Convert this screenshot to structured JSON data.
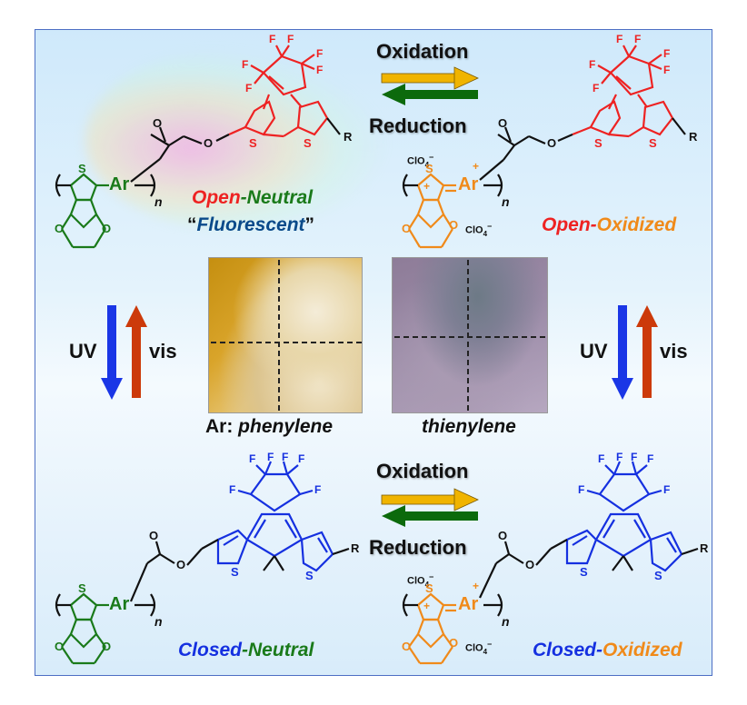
{
  "reactions": {
    "top": {
      "oxidation": "Oxidation",
      "reduction": "Reduction"
    },
    "bottom": {
      "oxidation": "Oxidation",
      "reduction": "Reduction"
    }
  },
  "states": {
    "open_neutral": {
      "part1": "Open",
      "sep": "-",
      "part2": "Neutral"
    },
    "fluorescent": {
      "open_quote": "“",
      "word": "Fluorescent",
      "close_quote": "”"
    },
    "open_oxidized": {
      "part1": "Open",
      "sep": "-",
      "part2": "Oxidized"
    },
    "closed_neutral": {
      "part1": "Closed",
      "sep": "-",
      "part2": "Neutral"
    },
    "closed_oxidized": {
      "part1": "Closed",
      "sep": "-",
      "part2": "Oxidized"
    }
  },
  "photo_labels": {
    "ar_prefix": "Ar: ",
    "phenylene": "phenylene",
    "thienylene": "thienylene"
  },
  "switch_labels": {
    "left_uv": "UV",
    "left_vis": "vis",
    "right_uv": "UV",
    "right_vis": "vis"
  },
  "chem": {
    "F": "F",
    "S": "S",
    "O": "O",
    "R": "R",
    "Ar": "Ar",
    "n": "n",
    "clo4": "ClO",
    "sub4": "4",
    "minus": "−",
    "plus": "+"
  },
  "colors": {
    "open_unit": "#ee2222",
    "closed_unit": "#1530e0",
    "edot_neutral": "#1a7a1a",
    "edot_oxidized": "#f08a1a",
    "oxidation_arrow": "#f0b400",
    "reduction_arrow": "#0c6a0c",
    "uv_arrow": "#1a36e6",
    "vis_arrow": "#cc3a0a",
    "frame": "#4d6fc4"
  }
}
